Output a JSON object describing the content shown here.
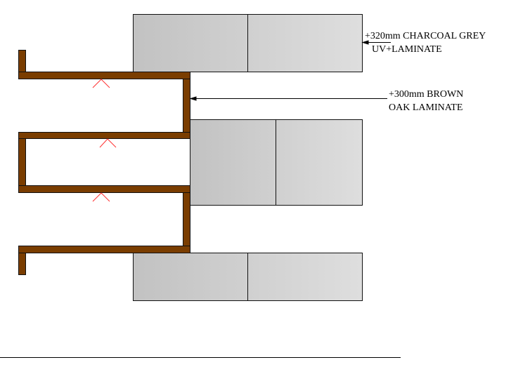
{
  "labels": {
    "charcoal_line1": "+320mm CHARCOAL GREY",
    "charcoal_line2": "UV+LAMINATE",
    "brown_line1": "+300mm BROWN",
    "brown_line2": "OAK LAMINATE"
  },
  "colors": {
    "brown": "#7a3d00",
    "panel_light": "#dedede",
    "panel_dark": "#c2c2c2",
    "marker": "#ff3333"
  }
}
